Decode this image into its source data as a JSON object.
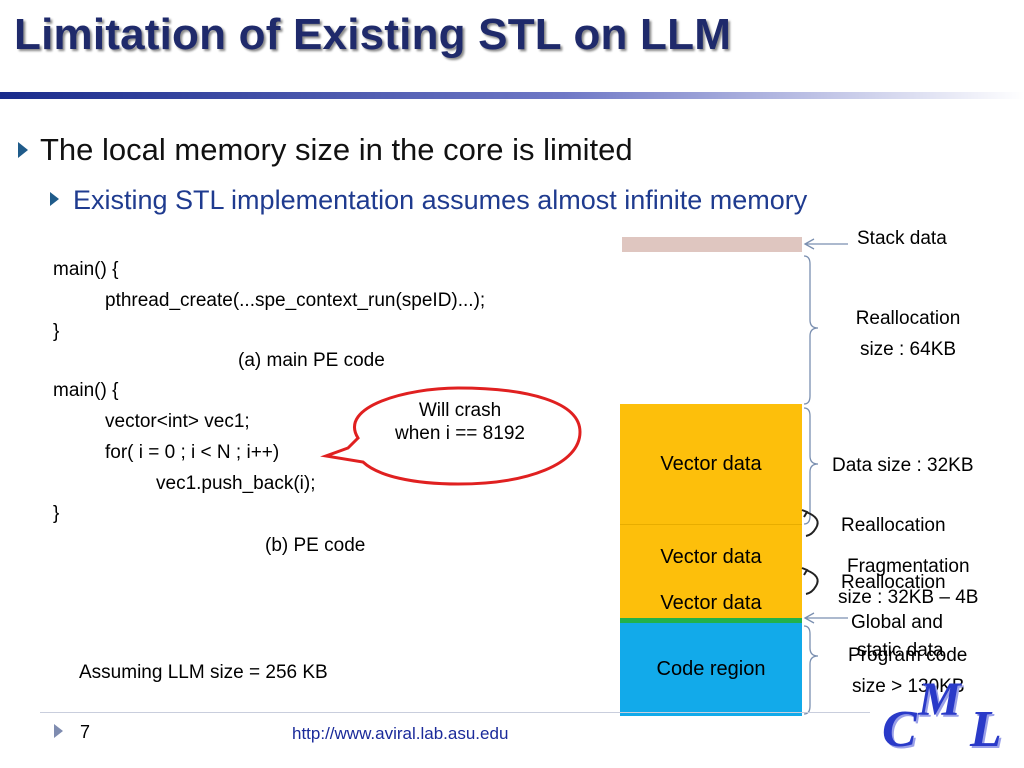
{
  "slide": {
    "title": "Limitation of Existing STL on LLM",
    "bullet1": "The local memory size in the core is limited",
    "bullet2": "Existing STL implementation assumes almost infinite memory"
  },
  "code": {
    "a_lines": [
      "main() {",
      "pthread_create(...spe_context_run(speID)...);",
      "}"
    ],
    "a_caption": "(a) main PE code",
    "b_lines": [
      "main() {",
      "vector<int> vec1;",
      "for( i = 0 ; i < N ; i++)",
      "vec1.push_back(i);",
      "}"
    ],
    "b_caption": "(b) PE code",
    "callout": [
      "Will  crash",
      "when i == 8192"
    ]
  },
  "memory": {
    "stack_label": "Stack data",
    "realloc_size_label": [
      "Reallocation",
      "size : 64KB"
    ],
    "vector1": "Vector data",
    "vector2": "Vector data",
    "vector3": "Vector data",
    "code_region": "Code region",
    "data_size_label": "Data size : 32KB",
    "realloc1": "Reallocation",
    "realloc2": "Reallocation",
    "fragmentation": [
      "Fragmentation",
      "size : 32KB – 4B"
    ],
    "global_static": [
      "Global and",
      "static data"
    ],
    "program_code": [
      "Program code",
      "size > 130KB"
    ],
    "colors": {
      "stack": "#dfc6c0",
      "vector": "#fdbf0b",
      "global": "#22b14c",
      "code": "#12aaea"
    }
  },
  "footer": {
    "assumption": "Assuming LLM size = 256 KB",
    "page": "7",
    "url": "http://www.aviral.lab.asu.edu",
    "logo": [
      "C",
      "M",
      "L"
    ]
  }
}
